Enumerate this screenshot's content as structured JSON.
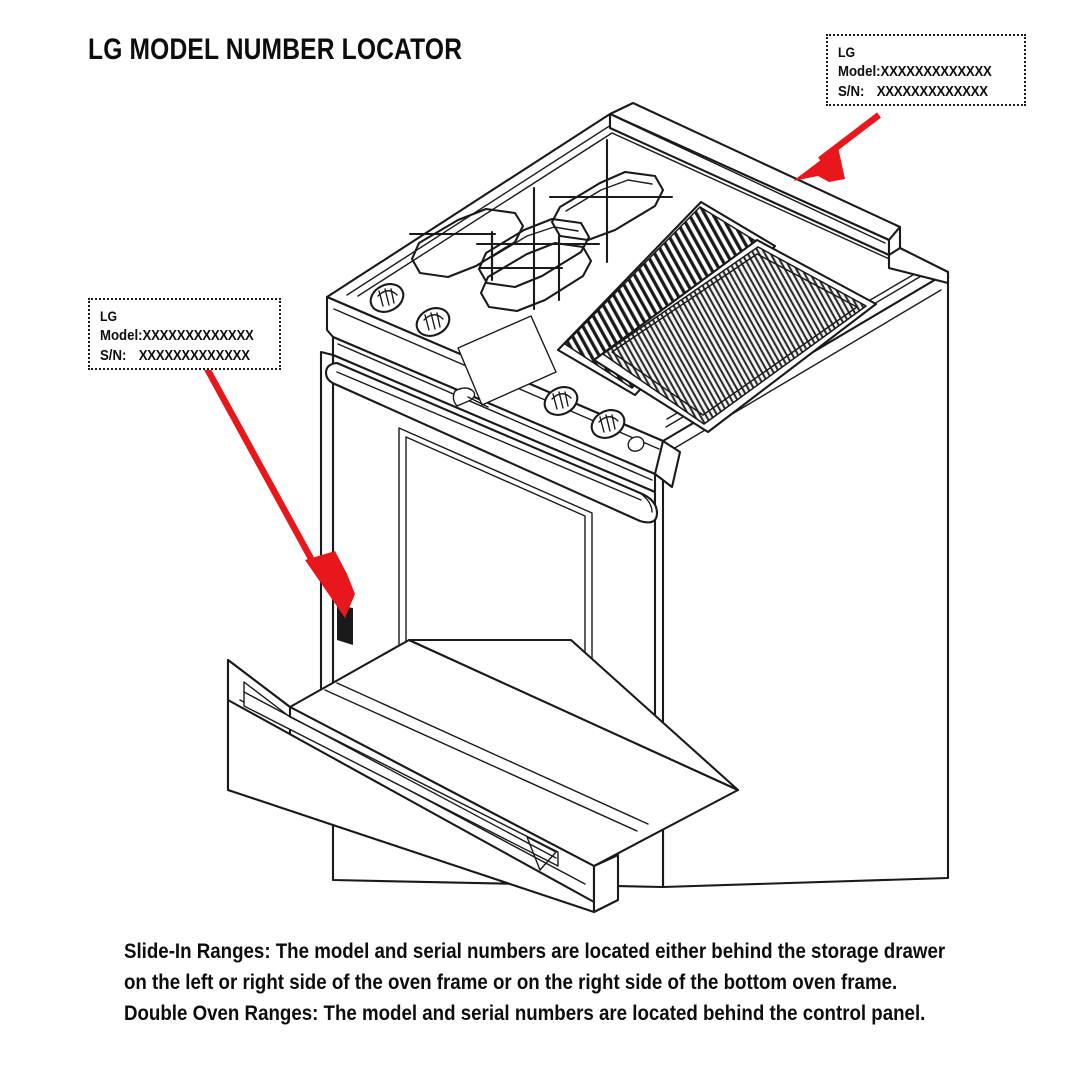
{
  "page": {
    "title": "LG MODEL NUMBER LOCATOR",
    "background_color": "#ffffff",
    "ink_color": "#1a1a1a",
    "accent_color": "#e8171b"
  },
  "rating_label_top": {
    "name": "rating-plate-callout-top",
    "brand": "LG",
    "model_label": "Model:",
    "model_value": "XXXXXXXXXXXXX",
    "serial_label": "S/N:",
    "serial_value": "XXXXXXXXXXXXX"
  },
  "rating_label_left": {
    "name": "rating-plate-callout-left",
    "brand": "LG",
    "model_label": "Model:",
    "model_value": "XXXXXXXXXXXXX",
    "serial_label": "S/N:",
    "serial_value": "XXXXXXXXXXXXX"
  },
  "callouts": [
    {
      "name": "arrow-to-backguard",
      "color": "#e8171b",
      "points_to": "rear cooktop backguard rail"
    },
    {
      "name": "arrow-to-storage-drawer",
      "color": "#e8171b",
      "points_to": "left side of oven frame behind storage drawer"
    }
  ],
  "appliance": {
    "name": "lg-slide-in-range",
    "parts": [
      "cooktop-surface",
      "burner-grate-front-left",
      "burner-grate-rear-left",
      "burner-grate-front-right",
      "burner-grate-rear-right",
      "griddle-plate",
      "grill-grate",
      "backguard-rail",
      "control-panel",
      "control-knob-1",
      "control-knob-2",
      "control-knob-3",
      "control-knob-4",
      "display-panel",
      "indicator-button",
      "door-latch",
      "oven-door",
      "oven-door-window",
      "oven-door-handle",
      "storage-drawer",
      "storage-drawer-handle",
      "right-side-panel"
    ]
  },
  "caption": {
    "lines": [
      "Slide-In Ranges: The model and serial numbers are located either behind the storage drawer",
      "on the left or right side of the oven frame or on the right side of the bottom oven frame.",
      "Double Oven Ranges: The model and serial numbers are located behind the control panel."
    ]
  }
}
